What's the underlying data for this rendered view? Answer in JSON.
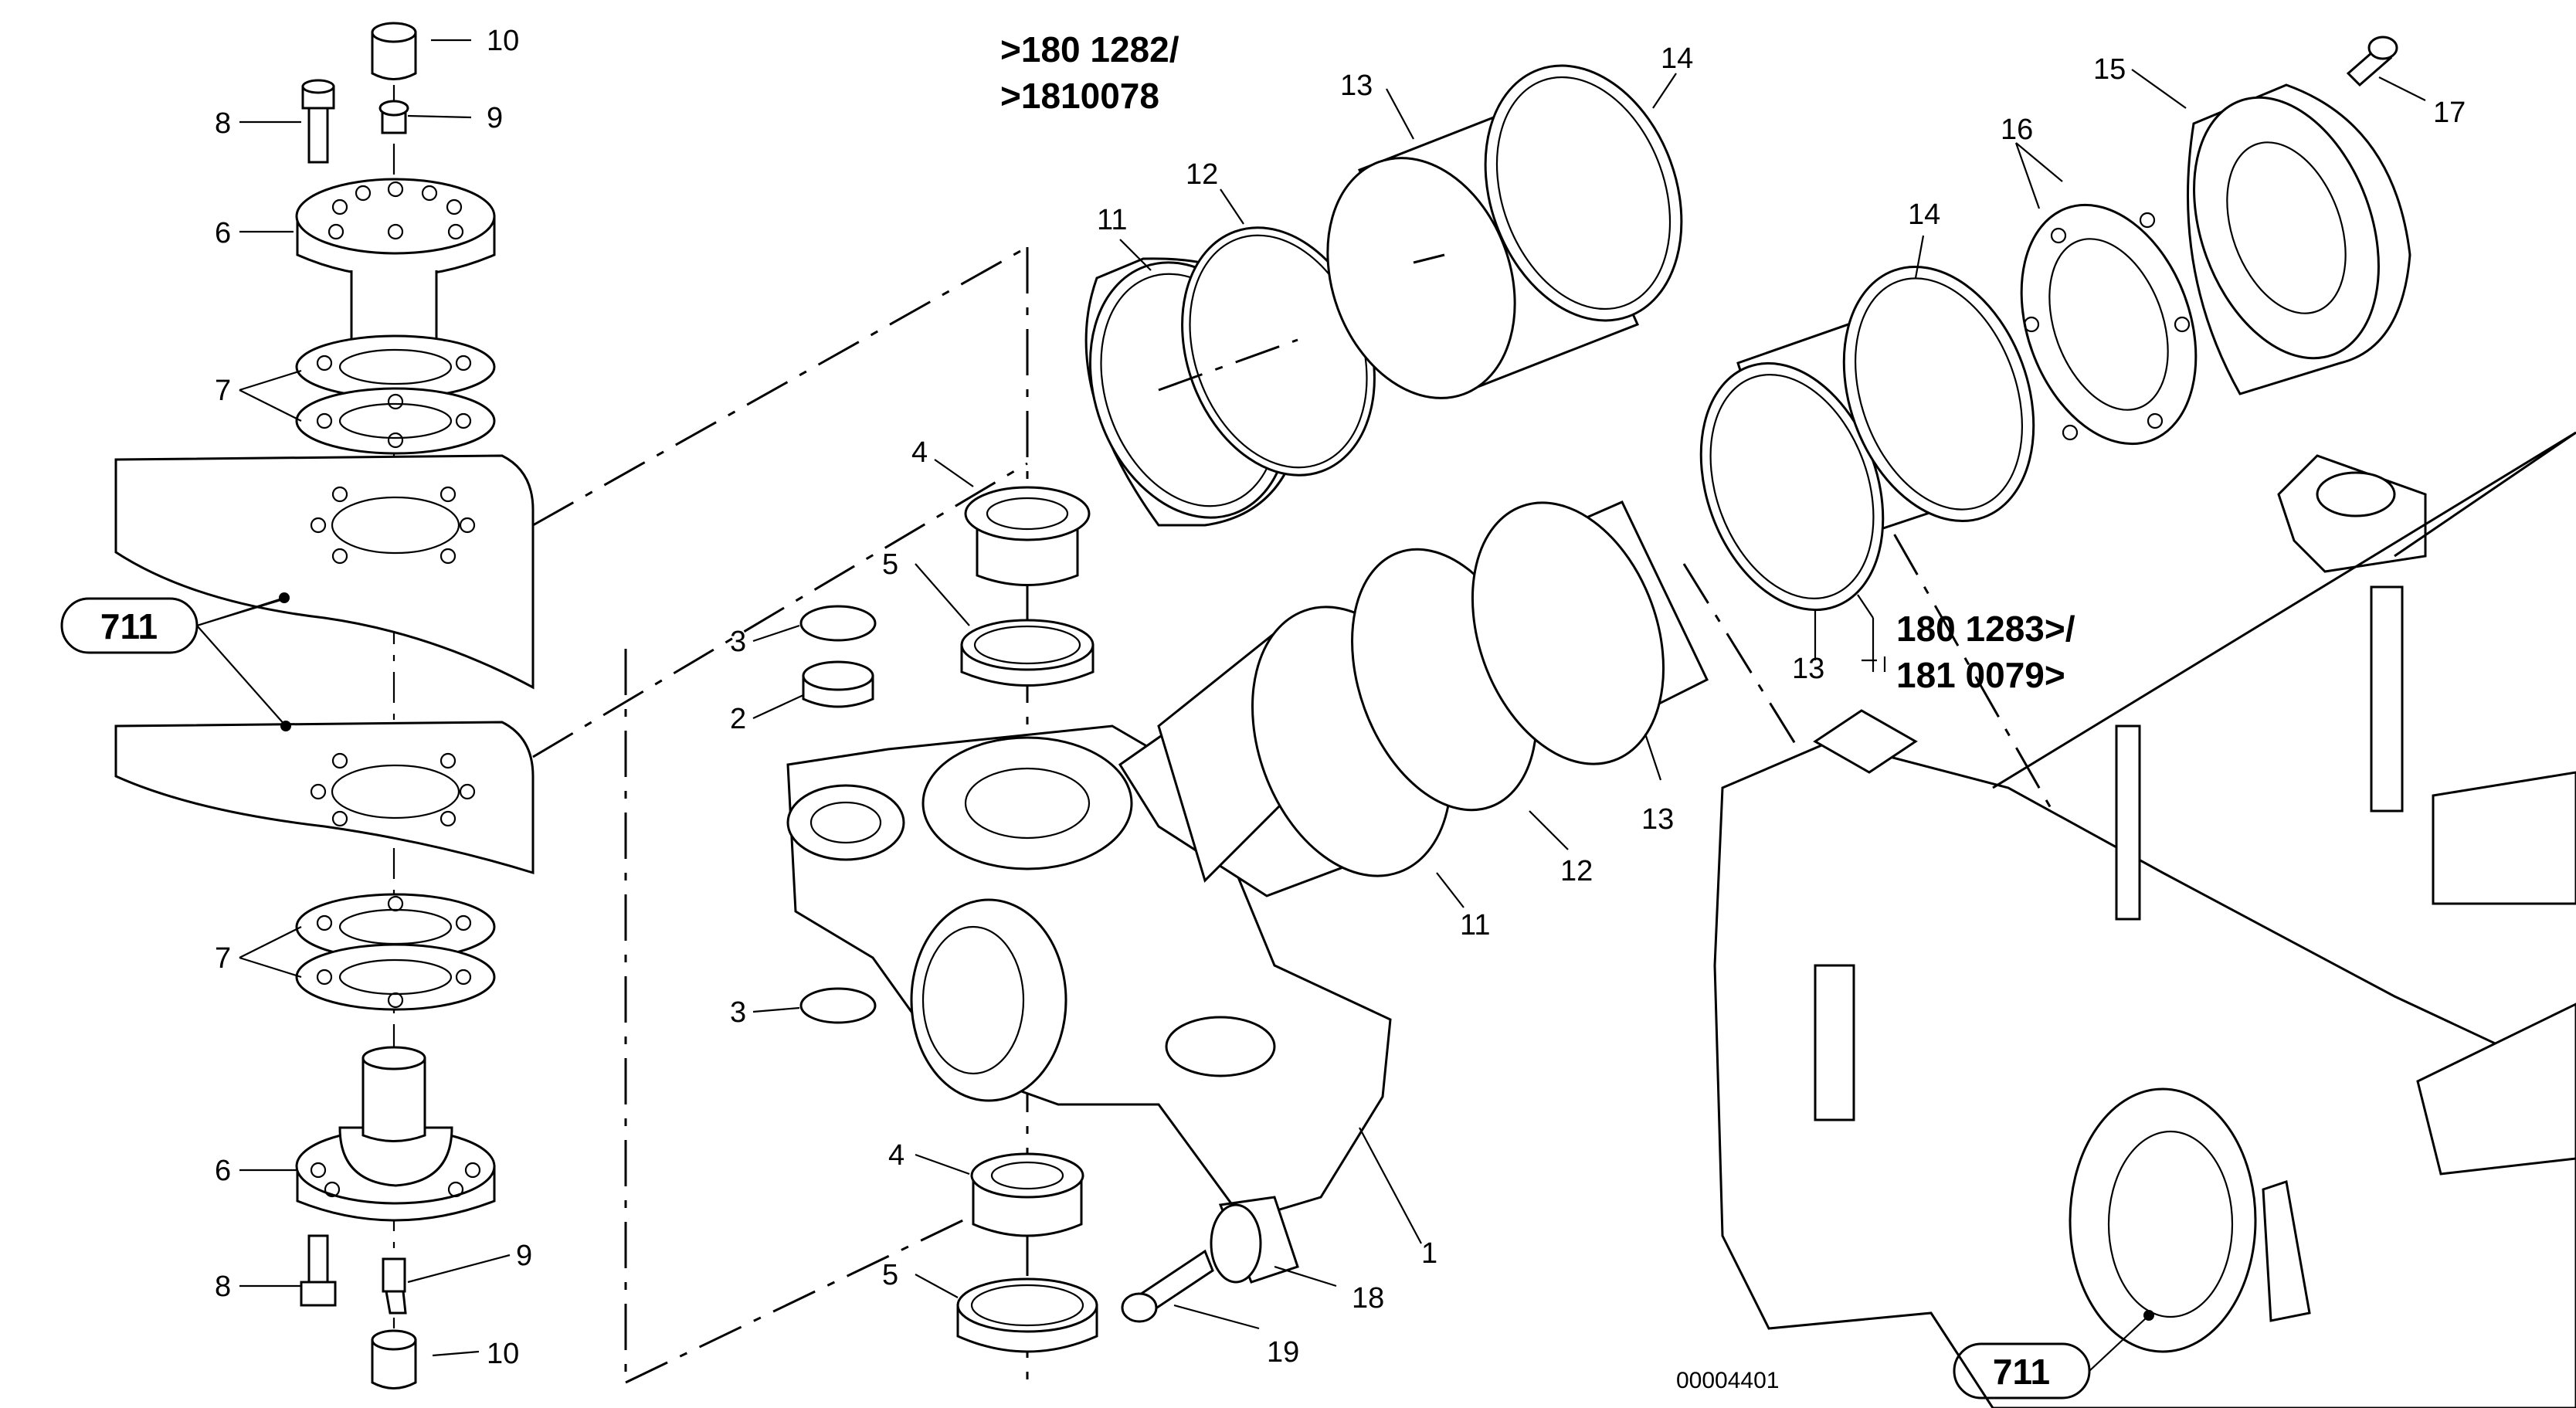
{
  "callouts": {
    "c1": "1",
    "c2": "2",
    "c3a": "3",
    "c3b": "3",
    "c4a": "4",
    "c4b": "4",
    "c5a": "5",
    "c5b": "5",
    "c6a": "6",
    "c6b": "6",
    "c7a": "7",
    "c7b": "7",
    "c8a": "8",
    "c8b": "8",
    "c9a": "9",
    "c9b": "9",
    "c10a": "10",
    "c10b": "10",
    "c11a": "11",
    "c11b": "11",
    "c12a": "12",
    "c12b": "12",
    "c13a": "13",
    "c13b": "13",
    "c13c": "13",
    "c14a": "14",
    "c14b": "14",
    "c15": "15",
    "c16": "16",
    "c17": "17",
    "c18": "18",
    "c19": "19"
  },
  "references": {
    "ref_left": "711",
    "ref_right": "711"
  },
  "variants": {
    "v1_line1": ">180 1282/",
    "v1_line2": ">1810078",
    "v2_line1": "180 1283>/",
    "v2_line2": "181 0079>"
  },
  "drawing_number": "00004401"
}
